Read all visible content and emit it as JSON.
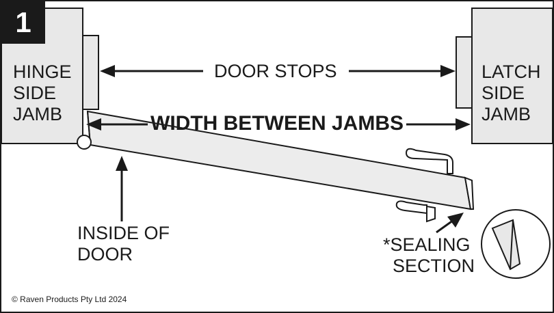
{
  "step_number": "1",
  "labels": {
    "hinge_side_jamb": [
      "HINGE",
      "SIDE",
      "JAMB"
    ],
    "latch_side_jamb": [
      "LATCH",
      "SIDE",
      "JAMB"
    ],
    "door_stops": "DOOR STOPS",
    "width_between_jambs": "WIDTH BETWEEN JAMBS",
    "inside_of_door": [
      "INSIDE OF",
      "DOOR"
    ],
    "sealing_section": [
      "*SEALING",
      "SECTION"
    ]
  },
  "copyright": "© Raven Products Pty Ltd 2024",
  "colors": {
    "jamb_fill": "#e8e8e8",
    "line": "#1a1a1a",
    "door_fill": "#ececec"
  }
}
